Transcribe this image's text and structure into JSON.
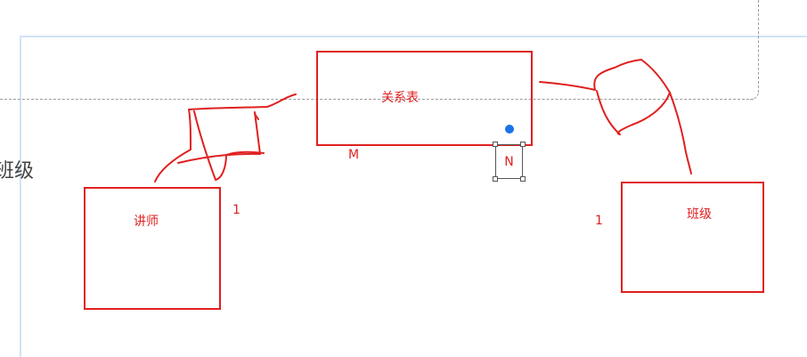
{
  "side_text": "班级",
  "entities": {
    "relation": {
      "label": "关系表"
    },
    "teacher": {
      "label": "讲师"
    },
    "class": {
      "label": "班级"
    }
  },
  "cardinality": {
    "relation_m": "M",
    "relation_n": "N",
    "teacher_1": "1",
    "class_1": "1"
  },
  "colors": {
    "ink": "#e02020",
    "selection_dot": "#1a73e8",
    "canvas_border": "#cfe3f7",
    "dashed_frame": "#9a9a9a"
  }
}
